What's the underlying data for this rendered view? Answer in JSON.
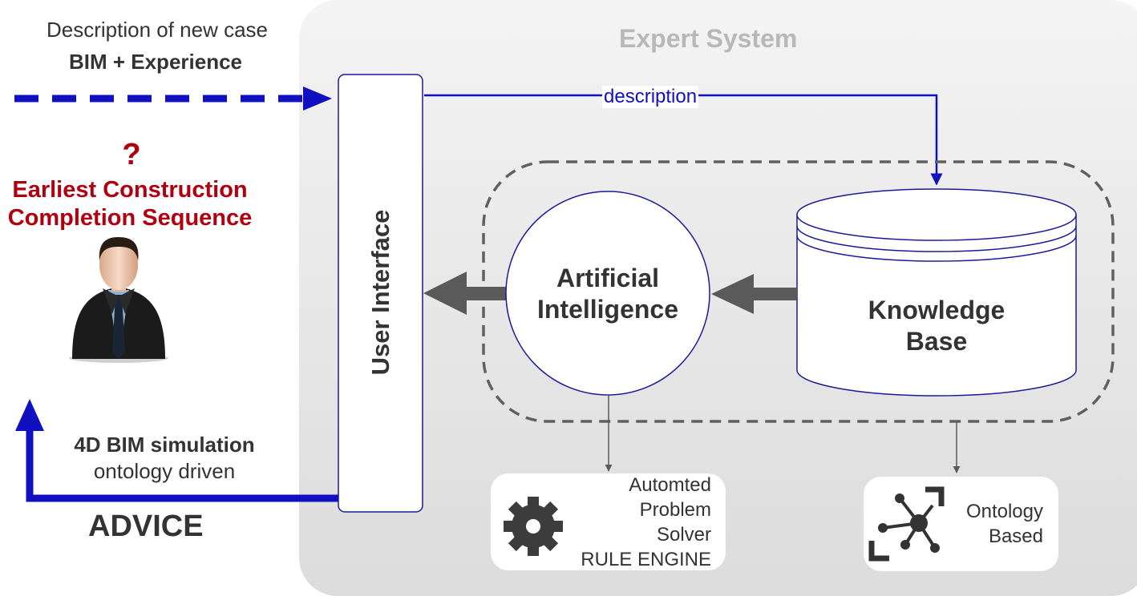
{
  "panel": {
    "title": "Expert System"
  },
  "input": {
    "line1": "Description of new case",
    "line2": "BIM + Experience"
  },
  "question": {
    "mark": "?",
    "line1": "Earliest Construction",
    "line2": "Completion Sequence"
  },
  "user_interface": {
    "label": "User Interface"
  },
  "flow": {
    "description_label": "description"
  },
  "ai": {
    "line1": "Artificial",
    "line2": "Intelligence"
  },
  "knowledge_base": {
    "line1": "Knowledge",
    "line2": "Base"
  },
  "output": {
    "line1": "4D BIM simulation",
    "line2": "ontology driven",
    "advice": "ADVICE"
  },
  "solver": {
    "line1": "Automted",
    "line2": "Problem",
    "line3": "Solver",
    "line4": "RULE ENGINE"
  },
  "ontology": {
    "line1": "Ontology",
    "line2": "Based"
  },
  "colors": {
    "blue": "#1010c0",
    "dark_red": "#b00010",
    "gray_text": "#333333",
    "panel_title": "#b8b8b8",
    "arrow_gray": "#5a5a5a"
  }
}
